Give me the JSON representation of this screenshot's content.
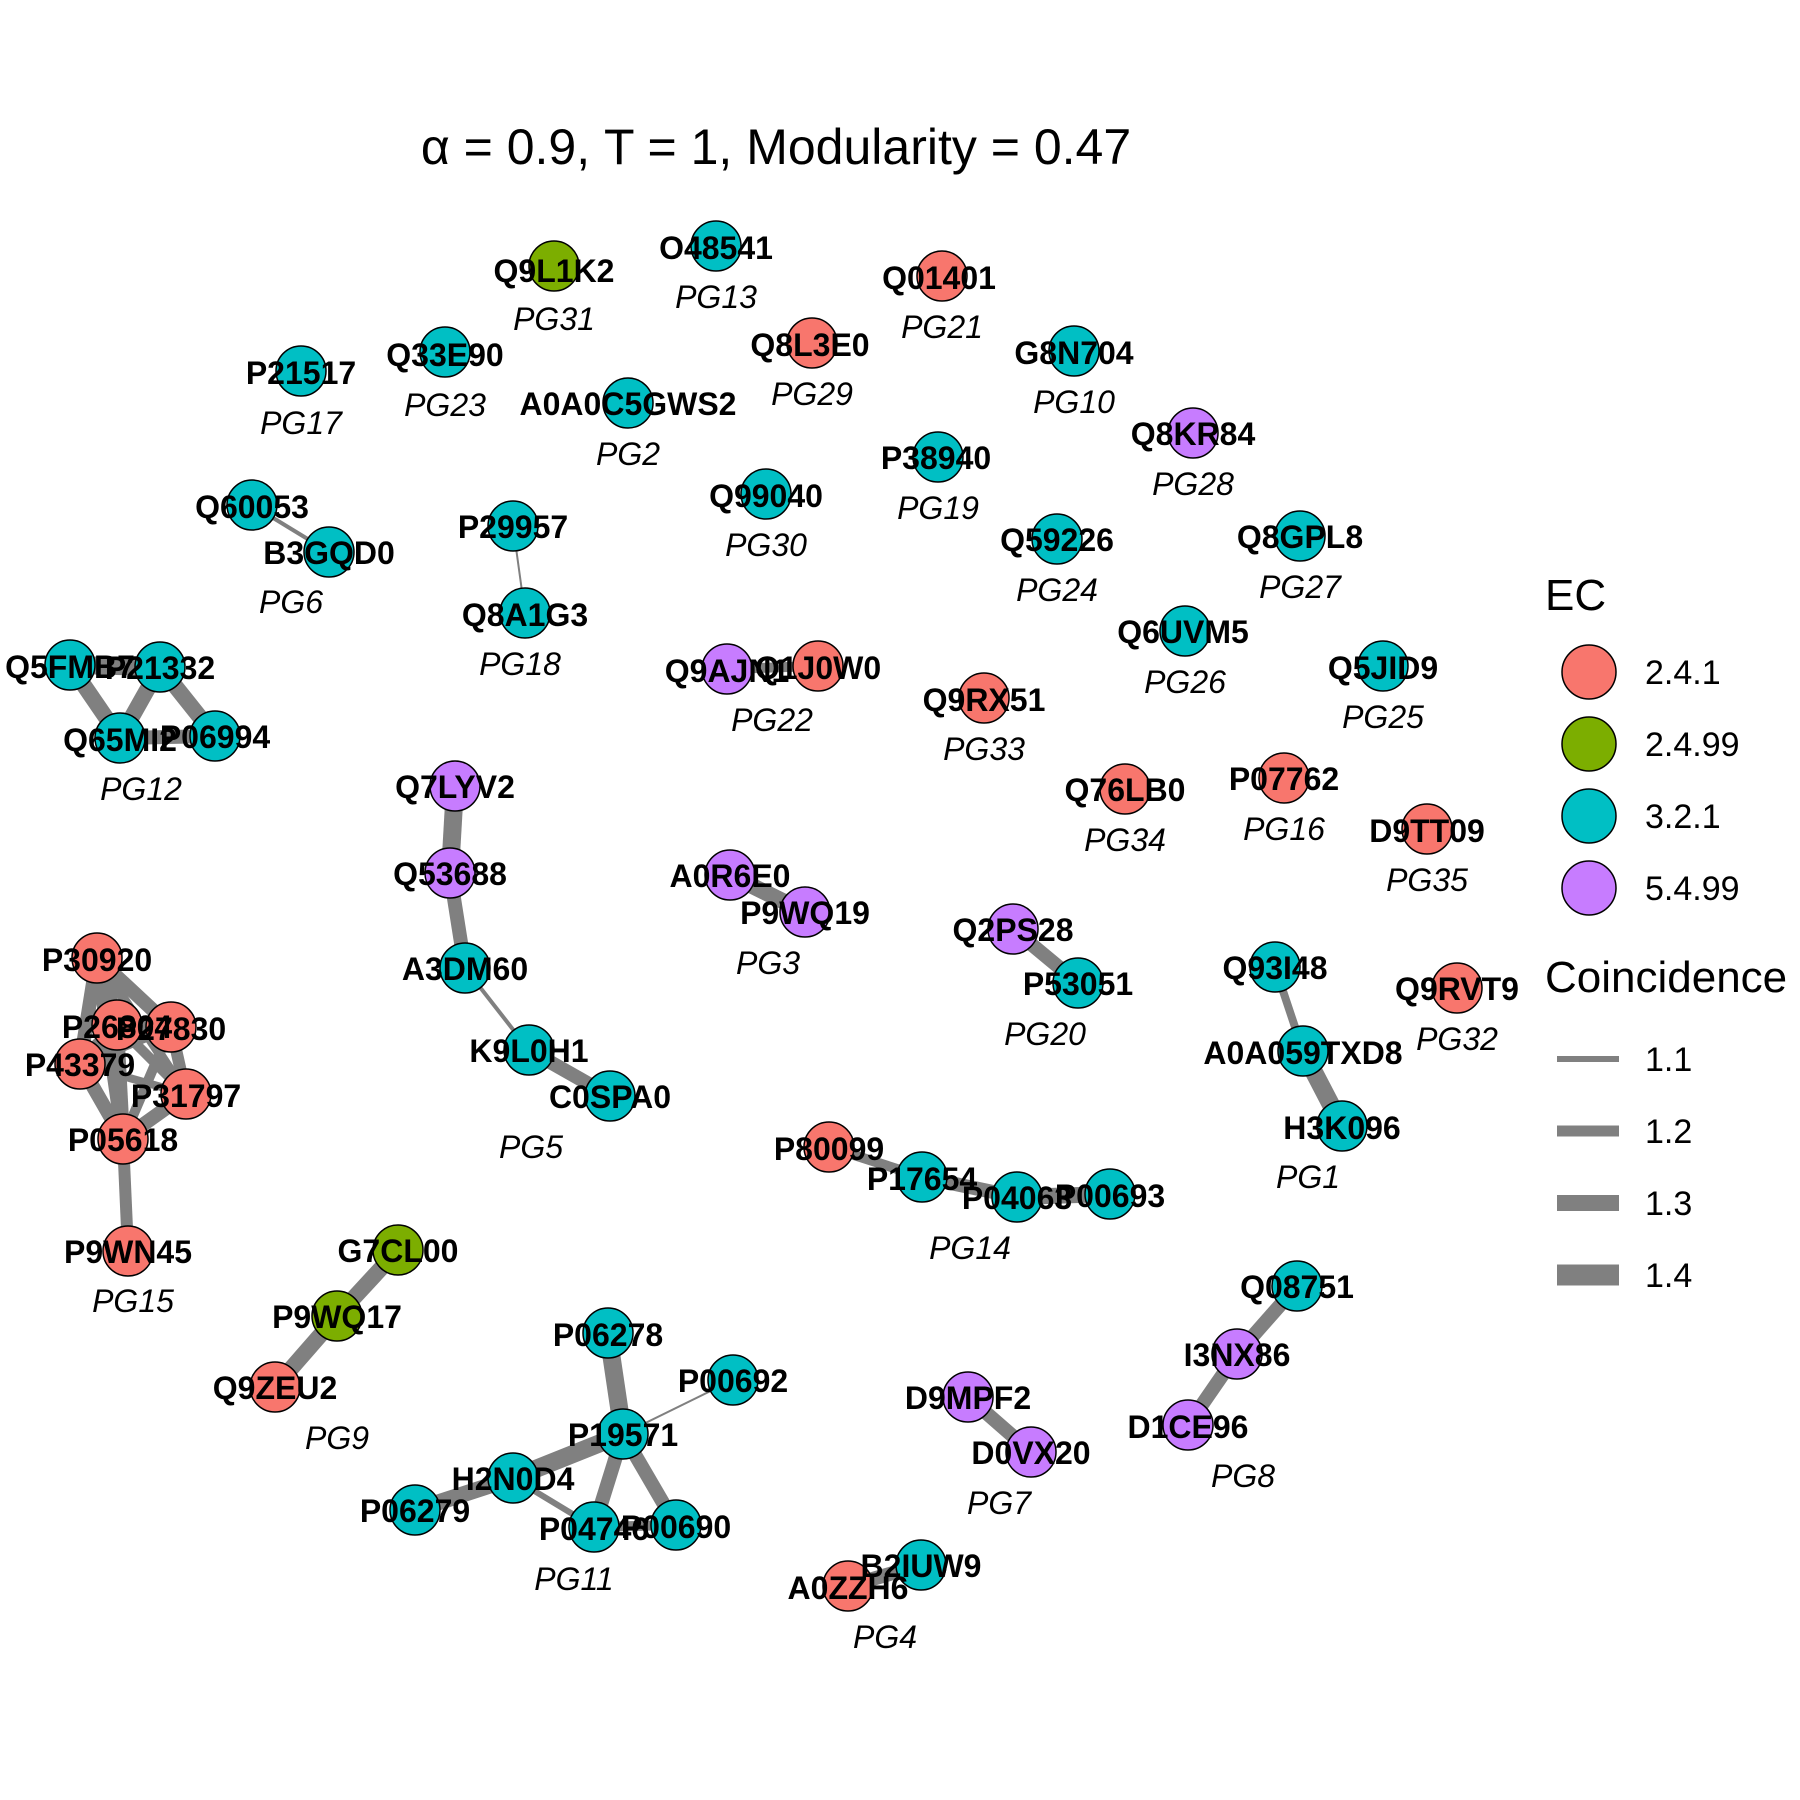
{
  "title": "α = 0.9, T = 1, Modularity = 0.47",
  "legend": {
    "ec_title": "EC",
    "ec_items": [
      {
        "label": "2.4.1",
        "color": "#F8766D"
      },
      {
        "label": "2.4.99",
        "color": "#7CAE00"
      },
      {
        "label": "3.2.1",
        "color": "#00BFC4"
      },
      {
        "label": "5.4.99",
        "color": "#C77CFF"
      }
    ],
    "coincidence_title": "Coincidence",
    "coincidence_items": [
      {
        "label": "1.1",
        "value": 1.1
      },
      {
        "label": "1.2",
        "value": 1.2
      },
      {
        "label": "1.3",
        "value": 1.3
      },
      {
        "label": "1.4",
        "value": 1.4
      }
    ]
  },
  "nodes": [
    {
      "id": "Q9L1K2",
      "ec": "2.4.99"
    },
    {
      "id": "O48541",
      "ec": "3.2.1"
    },
    {
      "id": "Q01401",
      "ec": "2.4.1"
    },
    {
      "id": "Q8L3E0",
      "ec": "2.4.1"
    },
    {
      "id": "G8N704",
      "ec": "3.2.1"
    },
    {
      "id": "P21517",
      "ec": "3.2.1"
    },
    {
      "id": "Q33E90",
      "ec": "3.2.1"
    },
    {
      "id": "A0A0C5GWS2",
      "ec": "3.2.1"
    },
    {
      "id": "Q8KR84",
      "ec": "5.4.99"
    },
    {
      "id": "P38940",
      "ec": "3.2.1"
    },
    {
      "id": "Q99040",
      "ec": "3.2.1"
    },
    {
      "id": "Q60053",
      "ec": "3.2.1"
    },
    {
      "id": "B3GQD0",
      "ec": "3.2.1"
    },
    {
      "id": "P29957",
      "ec": "3.2.1"
    },
    {
      "id": "Q8A1G3",
      "ec": "3.2.1"
    },
    {
      "id": "Q59226",
      "ec": "3.2.1"
    },
    {
      "id": "Q8GPL8",
      "ec": "3.2.1"
    },
    {
      "id": "Q6UVM5",
      "ec": "3.2.1"
    },
    {
      "id": "Q5FMB7",
      "ec": "3.2.1"
    },
    {
      "id": "P21332",
      "ec": "3.2.1"
    },
    {
      "id": "Q65MI2",
      "ec": "3.2.1"
    },
    {
      "id": "P06994",
      "ec": "3.2.1"
    },
    {
      "id": "Q9AJN1",
      "ec": "5.4.99"
    },
    {
      "id": "Q1J0W0",
      "ec": "2.4.1"
    },
    {
      "id": "Q9RX51",
      "ec": "2.4.1"
    },
    {
      "id": "Q5JID9",
      "ec": "3.2.1"
    },
    {
      "id": "Q7LYV2",
      "ec": "5.4.99"
    },
    {
      "id": "Q76LB0",
      "ec": "2.4.1"
    },
    {
      "id": "P07762",
      "ec": "2.4.1"
    },
    {
      "id": "D9TT09",
      "ec": "2.4.1"
    },
    {
      "id": "Q53688",
      "ec": "5.4.99"
    },
    {
      "id": "A0R6E0",
      "ec": "5.4.99"
    },
    {
      "id": "P9WQ19",
      "ec": "5.4.99"
    },
    {
      "id": "Q2PS28",
      "ec": "5.4.99"
    },
    {
      "id": "P53051",
      "ec": "3.2.1"
    },
    {
      "id": "A3DM60",
      "ec": "3.2.1"
    },
    {
      "id": "Q93I48",
      "ec": "3.2.1"
    },
    {
      "id": "Q9RVT9",
      "ec": "2.4.1"
    },
    {
      "id": "A0A059TXD8",
      "ec": "3.2.1"
    },
    {
      "id": "P30920",
      "ec": "2.4.1"
    },
    {
      "id": "P26804",
      "ec": "2.4.1"
    },
    {
      "id": "P27830",
      "ec": "2.4.1"
    },
    {
      "id": "P43379",
      "ec": "2.4.1"
    },
    {
      "id": "P31797",
      "ec": "2.4.1"
    },
    {
      "id": "P05618",
      "ec": "2.4.1"
    },
    {
      "id": "K9L0H1",
      "ec": "3.2.1"
    },
    {
      "id": "C0SPA0",
      "ec": "3.2.1"
    },
    {
      "id": "H3K096",
      "ec": "3.2.1"
    },
    {
      "id": "P80099",
      "ec": "2.4.1"
    },
    {
      "id": "P17654",
      "ec": "3.2.1"
    },
    {
      "id": "P04063",
      "ec": "3.2.1"
    },
    {
      "id": "P00693",
      "ec": "3.2.1"
    },
    {
      "id": "P9WN45",
      "ec": "2.4.1"
    },
    {
      "id": "G7CL00",
      "ec": "2.4.99"
    },
    {
      "id": "P9WQ17",
      "ec": "2.4.99"
    },
    {
      "id": "Q9ZEU2",
      "ec": "2.4.1"
    },
    {
      "id": "P06278",
      "ec": "3.2.1"
    },
    {
      "id": "P00692",
      "ec": "3.2.1"
    },
    {
      "id": "P19571",
      "ec": "3.2.1"
    },
    {
      "id": "H2N0D4",
      "ec": "3.2.1"
    },
    {
      "id": "P06279",
      "ec": "3.2.1"
    },
    {
      "id": "P04746",
      "ec": "3.2.1"
    },
    {
      "id": "P00690",
      "ec": "3.2.1"
    },
    {
      "id": "Q08751",
      "ec": "3.2.1"
    },
    {
      "id": "I3NX86",
      "ec": "5.4.99"
    },
    {
      "id": "D9MPF2",
      "ec": "5.4.99"
    },
    {
      "id": "D1CE96",
      "ec": "5.4.99"
    },
    {
      "id": "D0VX20",
      "ec": "5.4.99"
    },
    {
      "id": "B2IUW9",
      "ec": "3.2.1"
    },
    {
      "id": "A0ZZH6",
      "ec": "2.4.1"
    }
  ],
  "edges": [
    {
      "source": "Q60053",
      "target": "B3GQD0",
      "coincidence": 1.05
    },
    {
      "source": "P29957",
      "target": "Q8A1G3",
      "coincidence": 1.0
    },
    {
      "source": "Q5FMB7",
      "target": "P21332",
      "coincidence": 1.4
    },
    {
      "source": "Q5FMB7",
      "target": "Q65MI2",
      "coincidence": 1.35
    },
    {
      "source": "P21332",
      "target": "Q65MI2",
      "coincidence": 1.35
    },
    {
      "source": "P21332",
      "target": "P06994",
      "coincidence": 1.35
    },
    {
      "source": "Q65MI2",
      "target": "P06994",
      "coincidence": 1.3
    },
    {
      "source": "Q9AJN1",
      "target": "Q1J0W0",
      "coincidence": 1.2
    },
    {
      "source": "Q7LYV2",
      "target": "Q53688",
      "coincidence": 1.4
    },
    {
      "source": "Q53688",
      "target": "A3DM60",
      "coincidence": 1.3
    },
    {
      "source": "A3DM60",
      "target": "K9L0H1",
      "coincidence": 1.05
    },
    {
      "source": "K9L0H1",
      "target": "C0SPA0",
      "coincidence": 1.3
    },
    {
      "source": "A0R6E0",
      "target": "P9WQ19",
      "coincidence": 1.35
    },
    {
      "source": "Q2PS28",
      "target": "P53051",
      "coincidence": 1.3
    },
    {
      "source": "Q93I48",
      "target": "A0A059TXD8",
      "coincidence": 1.15
    },
    {
      "source": "A0A059TXD8",
      "target": "H3K096",
      "coincidence": 1.4
    },
    {
      "source": "P30920",
      "target": "P26804",
      "coincidence": 1.35
    },
    {
      "source": "P30920",
      "target": "P27830",
      "coincidence": 1.3
    },
    {
      "source": "P30920",
      "target": "P43379",
      "coincidence": 1.3
    },
    {
      "source": "P30920",
      "target": "P31797",
      "coincidence": 1.2
    },
    {
      "source": "P30920",
      "target": "P05618",
      "coincidence": 1.3
    },
    {
      "source": "P26804",
      "target": "P27830",
      "coincidence": 1.3
    },
    {
      "source": "P26804",
      "target": "P43379",
      "coincidence": 1.3
    },
    {
      "source": "P26804",
      "target": "P31797",
      "coincidence": 1.2
    },
    {
      "source": "P26804",
      "target": "P05618",
      "coincidence": 1.3
    },
    {
      "source": "P27830",
      "target": "P31797",
      "coincidence": 1.25
    },
    {
      "source": "P27830",
      "target": "P05618",
      "coincidence": 1.2
    },
    {
      "source": "P27830",
      "target": "P43379",
      "coincidence": 1.2
    },
    {
      "source": "P43379",
      "target": "P05618",
      "coincidence": 1.3
    },
    {
      "source": "P31797",
      "target": "P05618",
      "coincidence": 1.3
    },
    {
      "source": "P43379",
      "target": "P31797",
      "coincidence": 1.15
    },
    {
      "source": "P05618",
      "target": "P9WN45",
      "coincidence": 1.25
    },
    {
      "source": "P80099",
      "target": "P17654",
      "coincidence": 1.2
    },
    {
      "source": "P17654",
      "target": "P04063",
      "coincidence": 1.3
    },
    {
      "source": "P04063",
      "target": "P00693",
      "coincidence": 1.35
    },
    {
      "source": "G7CL00",
      "target": "P9WQ17",
      "coincidence": 1.35
    },
    {
      "source": "P9WQ17",
      "target": "Q9ZEU2",
      "coincidence": 1.35
    },
    {
      "source": "P06278",
      "target": "P19571",
      "coincidence": 1.4
    },
    {
      "source": "P00692",
      "target": "P19571",
      "coincidence": 1.0
    },
    {
      "source": "P19571",
      "target": "H2N0D4",
      "coincidence": 1.4
    },
    {
      "source": "P19571",
      "target": "P04746",
      "coincidence": 1.3
    },
    {
      "source": "P19571",
      "target": "P00690",
      "coincidence": 1.3
    },
    {
      "source": "H2N0D4",
      "target": "P06279",
      "coincidence": 1.35
    },
    {
      "source": "H2N0D4",
      "target": "P04746",
      "coincidence": 1.1
    },
    {
      "source": "P04746",
      "target": "P00690",
      "coincidence": 1.2
    },
    {
      "source": "Q08751",
      "target": "I3NX86",
      "coincidence": 1.3
    },
    {
      "source": "I3NX86",
      "target": "D1CE96",
      "coincidence": 1.3
    },
    {
      "source": "D9MPF2",
      "target": "D0VX20",
      "coincidence": 1.3
    },
    {
      "source": "B2IUW9",
      "target": "A0ZZH6",
      "coincidence": 1.3
    }
  ],
  "groups": [
    {
      "label": "PG31"
    },
    {
      "label": "PG13"
    },
    {
      "label": "PG21"
    },
    {
      "label": "PG29"
    },
    {
      "label": "PG10"
    },
    {
      "label": "PG17"
    },
    {
      "label": "PG23"
    },
    {
      "label": "PG2"
    },
    {
      "label": "PG28"
    },
    {
      "label": "PG19"
    },
    {
      "label": "PG30"
    },
    {
      "label": "PG6"
    },
    {
      "label": "PG18"
    },
    {
      "label": "PG24"
    },
    {
      "label": "PG27"
    },
    {
      "label": "PG26"
    },
    {
      "label": "PG12"
    },
    {
      "label": "PG22"
    },
    {
      "label": "PG33"
    },
    {
      "label": "PG25"
    },
    {
      "label": "PG34"
    },
    {
      "label": "PG16"
    },
    {
      "label": "PG35"
    },
    {
      "label": "PG3"
    },
    {
      "label": "PG20"
    },
    {
      "label": "PG32"
    },
    {
      "label": "PG5"
    },
    {
      "label": "PG1"
    },
    {
      "label": "PG14"
    },
    {
      "label": "PG15"
    },
    {
      "label": "PG9"
    },
    {
      "label": "PG11"
    },
    {
      "label": "PG7"
    },
    {
      "label": "PG8"
    },
    {
      "label": "PG4"
    }
  ]
}
